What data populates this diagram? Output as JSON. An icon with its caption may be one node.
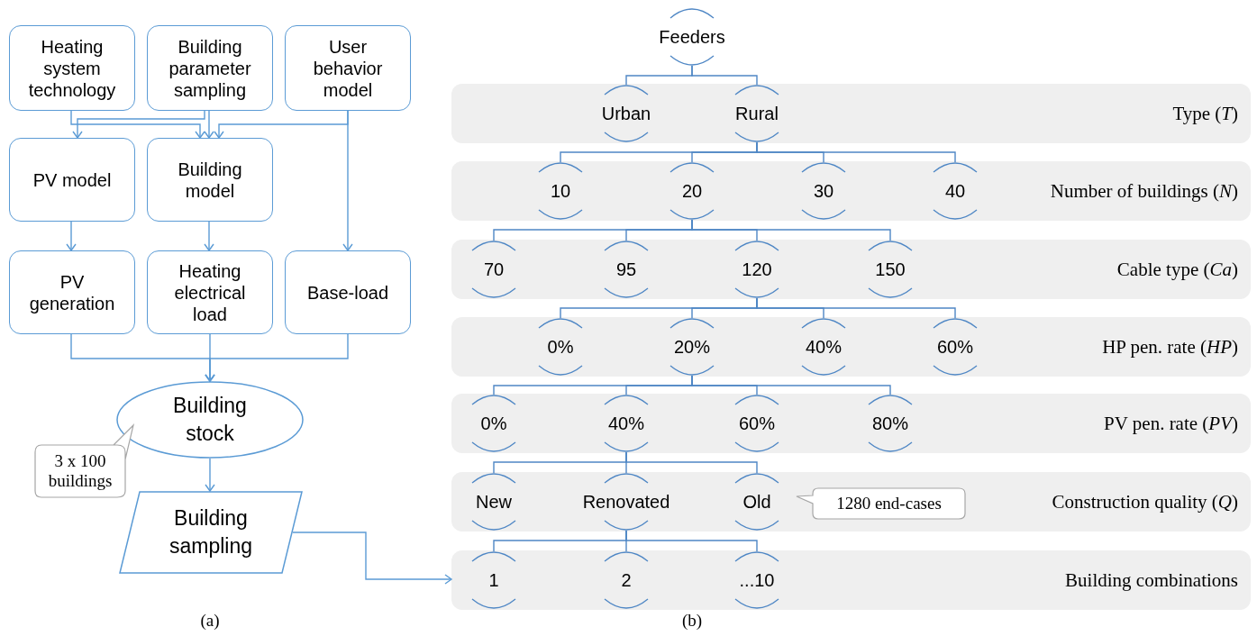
{
  "diagram": {
    "nodes": [
      {
        "text": [
          "Heating system technology"
        ]
      },
      {
        "text": [
          "Building parameter sampling"
        ]
      },
      {
        "text": [
          "User behavior model"
        ]
      },
      {
        "text": [
          "PV model"
        ]
      },
      {
        "text": [
          "Building model"
        ]
      },
      {
        "text": [
          "PV generation"
        ]
      },
      {
        "text": [
          "Heating electrical load"
        ]
      },
      {
        "text": [
          "Base-load"
        ]
      },
      {
        "text": [
          "Building stock"
        ],
        "beside": [
          "3 x 100 buildings"
        ]
      },
      {
        "text": [
          "Building sampling"
        ]
      },
      {
        "text": [
          "Feeders"
        ]
      },
      {
        "text": [
          "Type (*T*)"
        ]
      },
      {
        "text": [
          "Urban"
        ],
        "in": 11
      },
      {
        "text": [
          "Rural"
        ],
        "in": 11
      },
      {
        "text": [
          "Number of buildings (*N*)"
        ]
      },
      {
        "text": [
          "10"
        ],
        "in": 14
      },
      {
        "text": [
          "20"
        ],
        "in": 14
      },
      {
        "text": [
          "30"
        ],
        "in": 14
      },
      {
        "text": [
          "40"
        ],
        "in": 14
      },
      {
        "text": [
          "Cable type (*Ca*)"
        ]
      },
      {
        "text": [
          "70"
        ],
        "in": 19
      },
      {
        "text": [
          "95"
        ],
        "in": 19
      },
      {
        "text": [
          "120"
        ],
        "in": 19
      },
      {
        "text": [
          "150"
        ],
        "in": 19
      },
      {
        "text": [
          "HP pen. rate (*HP*)"
        ]
      },
      {
        "text": [
          "0%"
        ],
        "in": 24
      },
      {
        "text": [
          "20%"
        ],
        "in": 24
      },
      {
        "text": [
          "40%"
        ],
        "in": 24
      },
      {
        "text": [
          "60%"
        ],
        "in": 24
      },
      {
        "text": [
          "PV pen. rate (*PV*)"
        ]
      },
      {
        "text": [
          "0%"
        ],
        "in": 29
      },
      {
        "text": [
          "40%"
        ],
        "in": 29
      },
      {
        "text": [
          "60%"
        ],
        "in": 29
      },
      {
        "text": [
          "80%"
        ],
        "in": 29
      },
      {
        "text": [
          "Construction quality (*Q*)"
        ]
      },
      {
        "text": [
          "New"
        ],
        "in": 34
      },
      {
        "text": [
          "Renovated"
        ],
        "in": 34
      },
      {
        "text": [
          "Old"
        ],
        "in": 34,
        "beside": [
          "1280 end-cases"
        ]
      },
      {
        "text": [
          "Building combinations"
        ]
      },
      {
        "text": [
          "1"
        ],
        "in": 38
      },
      {
        "text": [
          "2"
        ],
        "in": 38
      },
      {
        "text": [
          "...10"
        ],
        "in": 38
      }
    ],
    "edges": [
      {
        "from": 0,
        "to": 4,
        "arrow": "to"
      },
      {
        "from": 1,
        "to": 3,
        "arrow": "to"
      },
      {
        "from": 1,
        "to": 4,
        "arrow": "to"
      },
      {
        "from": 2,
        "to": 4,
        "arrow": "to"
      },
      {
        "from": 2,
        "to": 7,
        "arrow": "to"
      },
      {
        "from": 3,
        "to": 5,
        "arrow": "to"
      },
      {
        "from": 4,
        "to": 6,
        "arrow": "to"
      },
      {
        "from": 5,
        "to": 8,
        "arrow": "to"
      },
      {
        "from": 6,
        "to": 8,
        "arrow": "to"
      },
      {
        "from": 7,
        "to": 8,
        "arrow": "to"
      },
      {
        "from": 8,
        "to": 9,
        "arrow": "to"
      },
      {
        "from": 9,
        "to": 38,
        "arrow": "to"
      },
      {
        "from": 10,
        "to": 12,
        "arrow": "none"
      },
      {
        "from": 10,
        "to": 13,
        "arrow": "none"
      },
      {
        "from": 13,
        "to": 15,
        "arrow": "none"
      },
      {
        "from": 13,
        "to": 16,
        "arrow": "none"
      },
      {
        "from": 13,
        "to": 17,
        "arrow": "none"
      },
      {
        "from": 13,
        "to": 18,
        "arrow": "none"
      },
      {
        "from": 16,
        "to": 20,
        "arrow": "none"
      },
      {
        "from": 16,
        "to": 21,
        "arrow": "none"
      },
      {
        "from": 16,
        "to": 22,
        "arrow": "none"
      },
      {
        "from": 16,
        "to": 23,
        "arrow": "none"
      },
      {
        "from": 22,
        "to": 25,
        "arrow": "none"
      },
      {
        "from": 22,
        "to": 26,
        "arrow": "none"
      },
      {
        "from": 22,
        "to": 27,
        "arrow": "none"
      },
      {
        "from": 22,
        "to": 28,
        "arrow": "none"
      },
      {
        "from": 26,
        "to": 30,
        "arrow": "none"
      },
      {
        "from": 26,
        "to": 31,
        "arrow": "none"
      },
      {
        "from": 26,
        "to": 32,
        "arrow": "none"
      },
      {
        "from": 26,
        "to": 33,
        "arrow": "none"
      },
      {
        "from": 31,
        "to": 35,
        "arrow": "none"
      },
      {
        "from": 31,
        "to": 36,
        "arrow": "none"
      },
      {
        "from": 31,
        "to": 37,
        "arrow": "none"
      },
      {
        "from": 36,
        "to": 39,
        "arrow": "none"
      },
      {
        "from": 36,
        "to": 40,
        "arrow": "none"
      },
      {
        "from": 36,
        "to": 41,
        "arrow": "none"
      }
    ],
    "labels": [
      "(a)",
      "(b)"
    ]
  }
}
